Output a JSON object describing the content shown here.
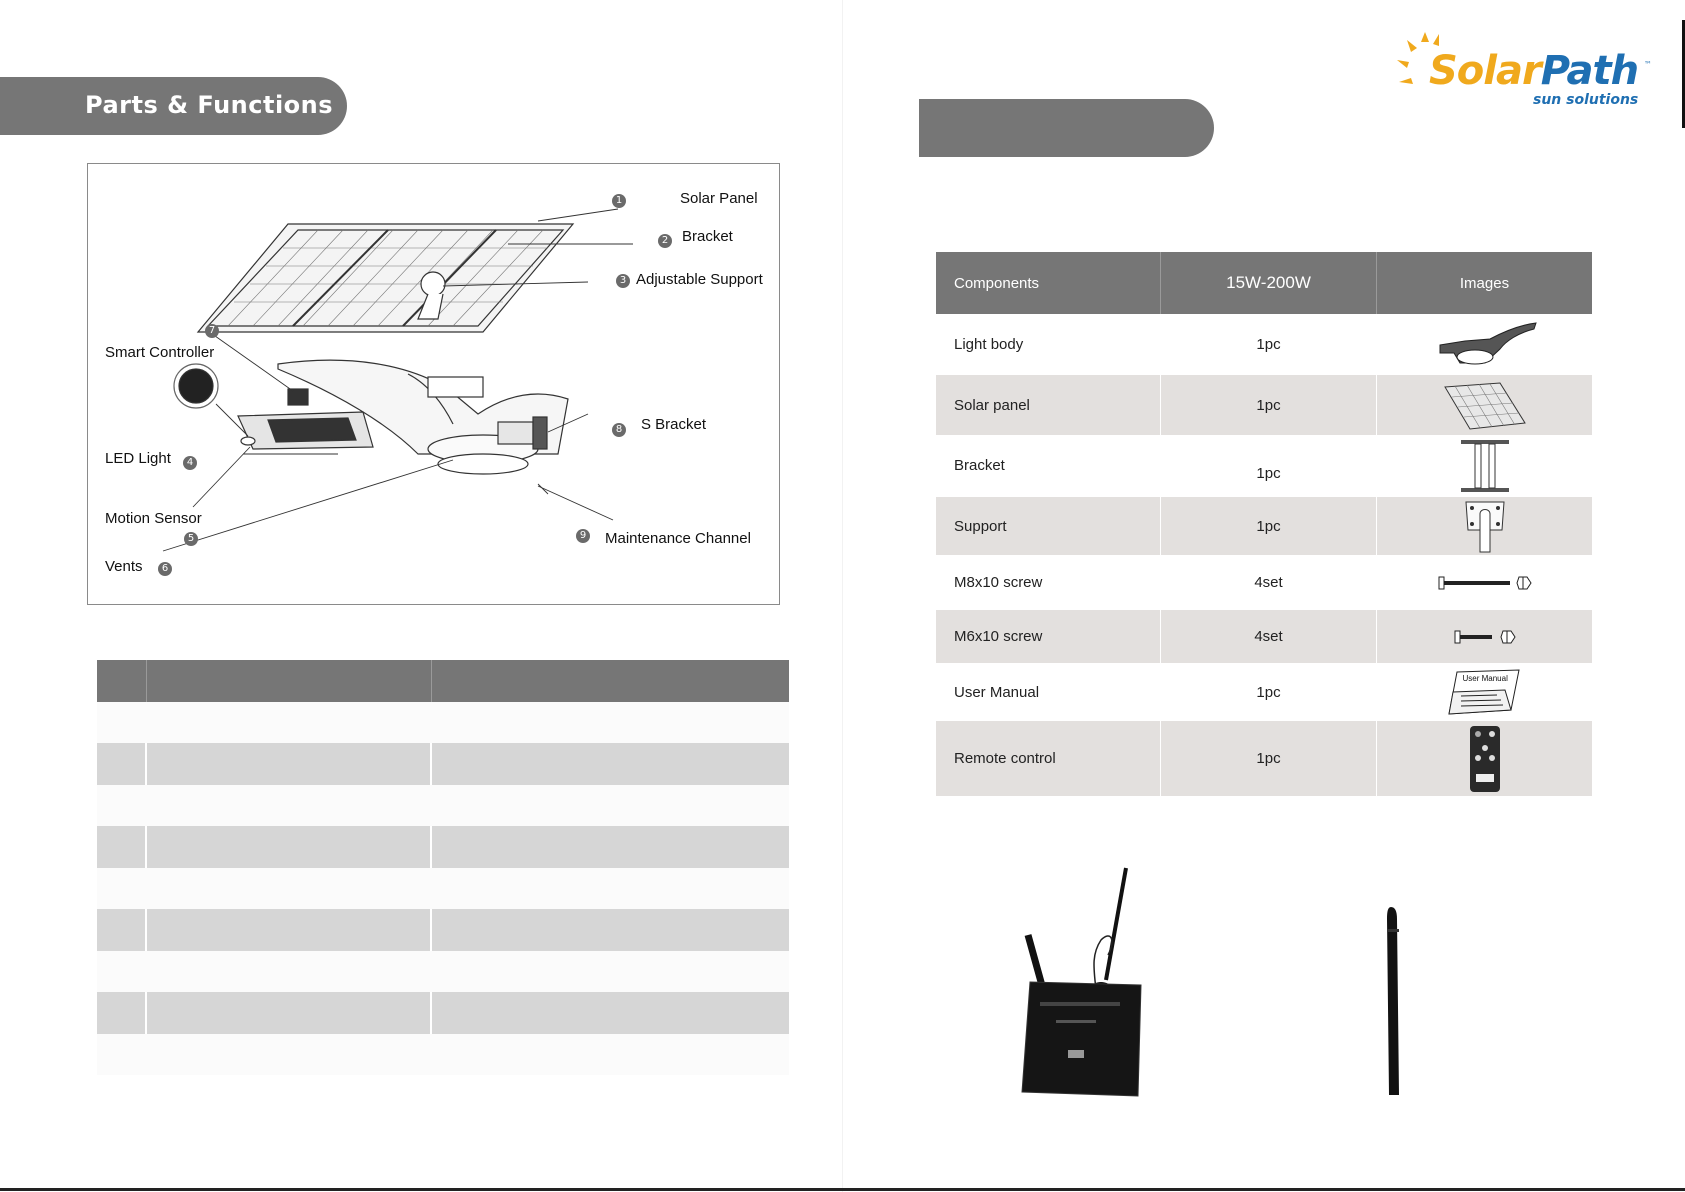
{
  "left_page": {
    "section_title": "Parts & Functions",
    "diagram": {
      "callouts": [
        {
          "num": "1",
          "label": "Solar Panel"
        },
        {
          "num": "2",
          "label": "Bracket"
        },
        {
          "num": "3",
          "label": "Adjustable Support"
        },
        {
          "num": "4",
          "label": "LED Light"
        },
        {
          "num": "5",
          "label": "Motion Sensor"
        },
        {
          "num": "6",
          "label": "Vents"
        },
        {
          "num": "7",
          "label": "Smart Controller"
        },
        {
          "num": "8",
          "label": "S Bracket"
        },
        {
          "num": "9",
          "label": "Maintenance Channel"
        }
      ]
    }
  },
  "right_page": {
    "brand": {
      "name_part1": "Solar",
      "name_part2": "Path",
      "trademark": "™",
      "tagline": "sun solutions"
    },
    "components_table": {
      "headers": [
        "Components",
        "15W-200W",
        "Images"
      ],
      "rows": [
        {
          "component": "Light body",
          "qty": "1pc",
          "image": "light-body-icon"
        },
        {
          "component": "Solar panel",
          "qty": "1pc",
          "image": "solar-panel-icon"
        },
        {
          "component": "Bracket",
          "qty": "1pc",
          "image": "bracket-icon"
        },
        {
          "component": "Support",
          "qty": "1pc",
          "image": "support-icon"
        },
        {
          "component": "M8x10 screw",
          "qty": "4set",
          "image": "long-screw-icon"
        },
        {
          "component": "M6x10 screw",
          "qty": "4set",
          "image": "short-screw-icon"
        },
        {
          "component": "User Manual",
          "qty": "1pc",
          "image": "manual-icon",
          "image_text": "User Manual"
        },
        {
          "component": "Remote control",
          "qty": "1pc",
          "image": "remote-control-icon"
        }
      ]
    },
    "photos": [
      "gateway-router-photo",
      "antenna-photo"
    ]
  }
}
